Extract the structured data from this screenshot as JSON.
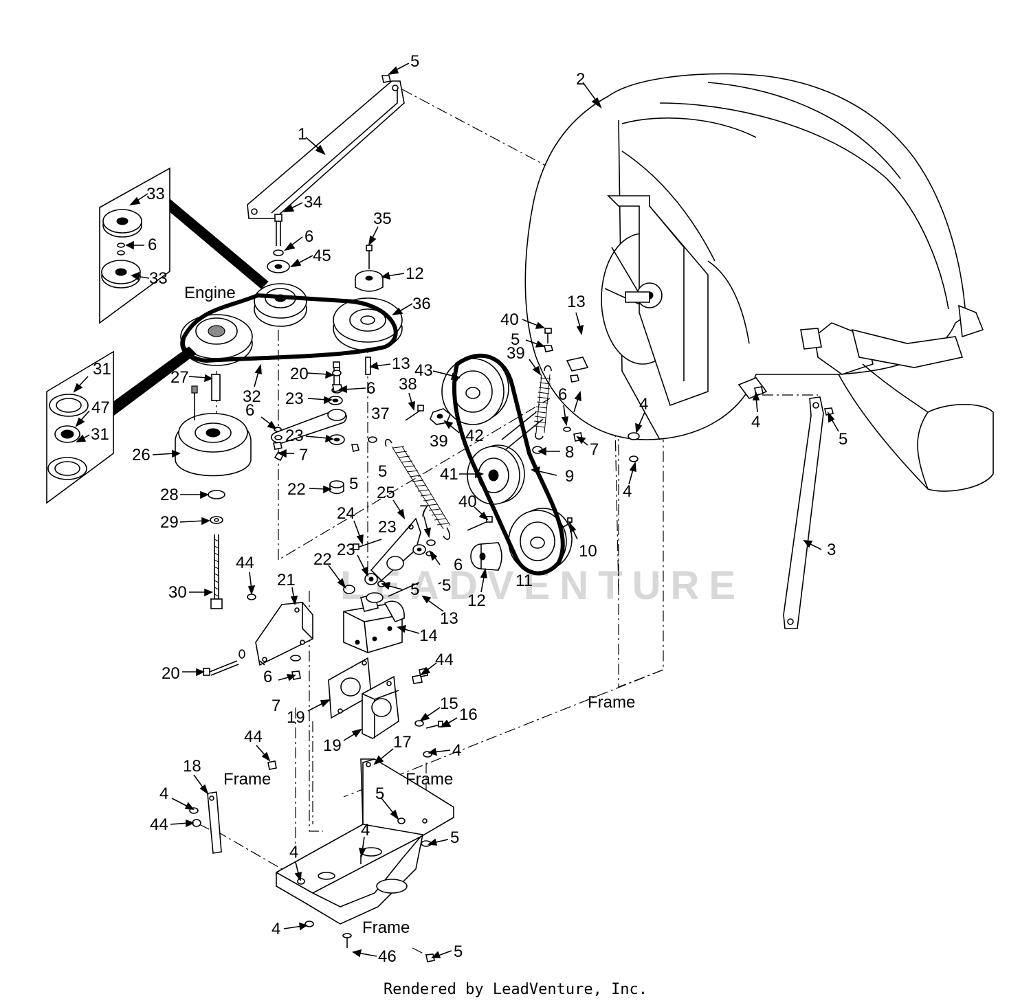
{
  "watermark": "LEADVENTURE",
  "footer": "Rendered by LeadVenture, Inc.",
  "labels": {
    "engine": "Engine",
    "frame": "Frame"
  },
  "callouts": [
    {
      "id": "c5a",
      "text": "5"
    },
    {
      "id": "c2",
      "text": "2"
    },
    {
      "id": "c1",
      "text": "1"
    },
    {
      "id": "c33a",
      "text": "33"
    },
    {
      "id": "c6a",
      "text": "6"
    },
    {
      "id": "c33b",
      "text": "33"
    },
    {
      "id": "c34",
      "text": "34"
    },
    {
      "id": "c35",
      "text": "35"
    },
    {
      "id": "c6b",
      "text": "6"
    },
    {
      "id": "c45",
      "text": "45"
    },
    {
      "id": "c12a",
      "text": "12"
    },
    {
      "id": "c36",
      "text": "36"
    },
    {
      "id": "c13a",
      "text": "13"
    },
    {
      "id": "c40a",
      "text": "40"
    },
    {
      "id": "c5b",
      "text": "5"
    },
    {
      "id": "c39a",
      "text": "39"
    },
    {
      "id": "c31a",
      "text": "31"
    },
    {
      "id": "c47",
      "text": "47"
    },
    {
      "id": "c31b",
      "text": "31"
    },
    {
      "id": "c27",
      "text": "27"
    },
    {
      "id": "c32",
      "text": "32"
    },
    {
      "id": "c13b",
      "text": "13"
    },
    {
      "id": "c43",
      "text": "43"
    },
    {
      "id": "c20a",
      "text": "20"
    },
    {
      "id": "c6c",
      "text": "6"
    },
    {
      "id": "c38",
      "text": "38"
    },
    {
      "id": "c23a",
      "text": "23"
    },
    {
      "id": "c6d",
      "text": "6"
    },
    {
      "id": "c37",
      "text": "37"
    },
    {
      "id": "c23b",
      "text": "23"
    },
    {
      "id": "c7a",
      "text": "7"
    },
    {
      "id": "c42",
      "text": "42"
    },
    {
      "id": "c39b",
      "text": "39"
    },
    {
      "id": "c5c",
      "text": "5"
    },
    {
      "id": "c5d",
      "text": "5"
    },
    {
      "id": "c6e",
      "text": "6"
    },
    {
      "id": "c7b",
      "text": "7"
    },
    {
      "id": "c4a",
      "text": "4"
    },
    {
      "id": "c4b",
      "text": "4"
    },
    {
      "id": "c5e",
      "text": "5"
    },
    {
      "id": "c8",
      "text": "8"
    },
    {
      "id": "c9",
      "text": "9"
    },
    {
      "id": "c41",
      "text": "41"
    },
    {
      "id": "c4c",
      "text": "4"
    },
    {
      "id": "c26",
      "text": "26"
    },
    {
      "id": "c28",
      "text": "28"
    },
    {
      "id": "c22a",
      "text": "22"
    },
    {
      "id": "c25",
      "text": "25"
    },
    {
      "id": "c24",
      "text": "24"
    },
    {
      "id": "c29",
      "text": "29"
    },
    {
      "id": "c23c",
      "text": "23"
    },
    {
      "id": "c7c",
      "text": "7"
    },
    {
      "id": "c40b",
      "text": "40"
    },
    {
      "id": "c10",
      "text": "10"
    },
    {
      "id": "c3",
      "text": "3"
    },
    {
      "id": "c23d",
      "text": "23"
    },
    {
      "id": "c22b",
      "text": "22"
    },
    {
      "id": "c6f",
      "text": "6"
    },
    {
      "id": "c44a",
      "text": "44"
    },
    {
      "id": "c5f",
      "text": "5"
    },
    {
      "id": "c5g",
      "text": "5"
    },
    {
      "id": "c11",
      "text": "11"
    },
    {
      "id": "c12b",
      "text": "12"
    },
    {
      "id": "c21",
      "text": "21"
    },
    {
      "id": "c30",
      "text": "30"
    },
    {
      "id": "c13c",
      "text": "13"
    },
    {
      "id": "c14",
      "text": "14"
    },
    {
      "id": "c20b",
      "text": "20"
    },
    {
      "id": "c6g",
      "text": "6"
    },
    {
      "id": "c44b",
      "text": "44"
    },
    {
      "id": "c7d",
      "text": "7"
    },
    {
      "id": "c15",
      "text": "15"
    },
    {
      "id": "c19a",
      "text": "19"
    },
    {
      "id": "c16",
      "text": "16"
    },
    {
      "id": "c19b",
      "text": "19"
    },
    {
      "id": "c44c",
      "text": "44"
    },
    {
      "id": "c17",
      "text": "17"
    },
    {
      "id": "c4d",
      "text": "4"
    },
    {
      "id": "c18",
      "text": "18"
    },
    {
      "id": "c4e",
      "text": "4"
    },
    {
      "id": "c5h",
      "text": "5"
    },
    {
      "id": "c44d",
      "text": "44"
    },
    {
      "id": "c4f",
      "text": "4"
    },
    {
      "id": "c5i",
      "text": "5"
    },
    {
      "id": "c4g",
      "text": "4"
    },
    {
      "id": "c4h",
      "text": "4"
    },
    {
      "id": "c46",
      "text": "46"
    },
    {
      "id": "c5j",
      "text": "5"
    }
  ]
}
